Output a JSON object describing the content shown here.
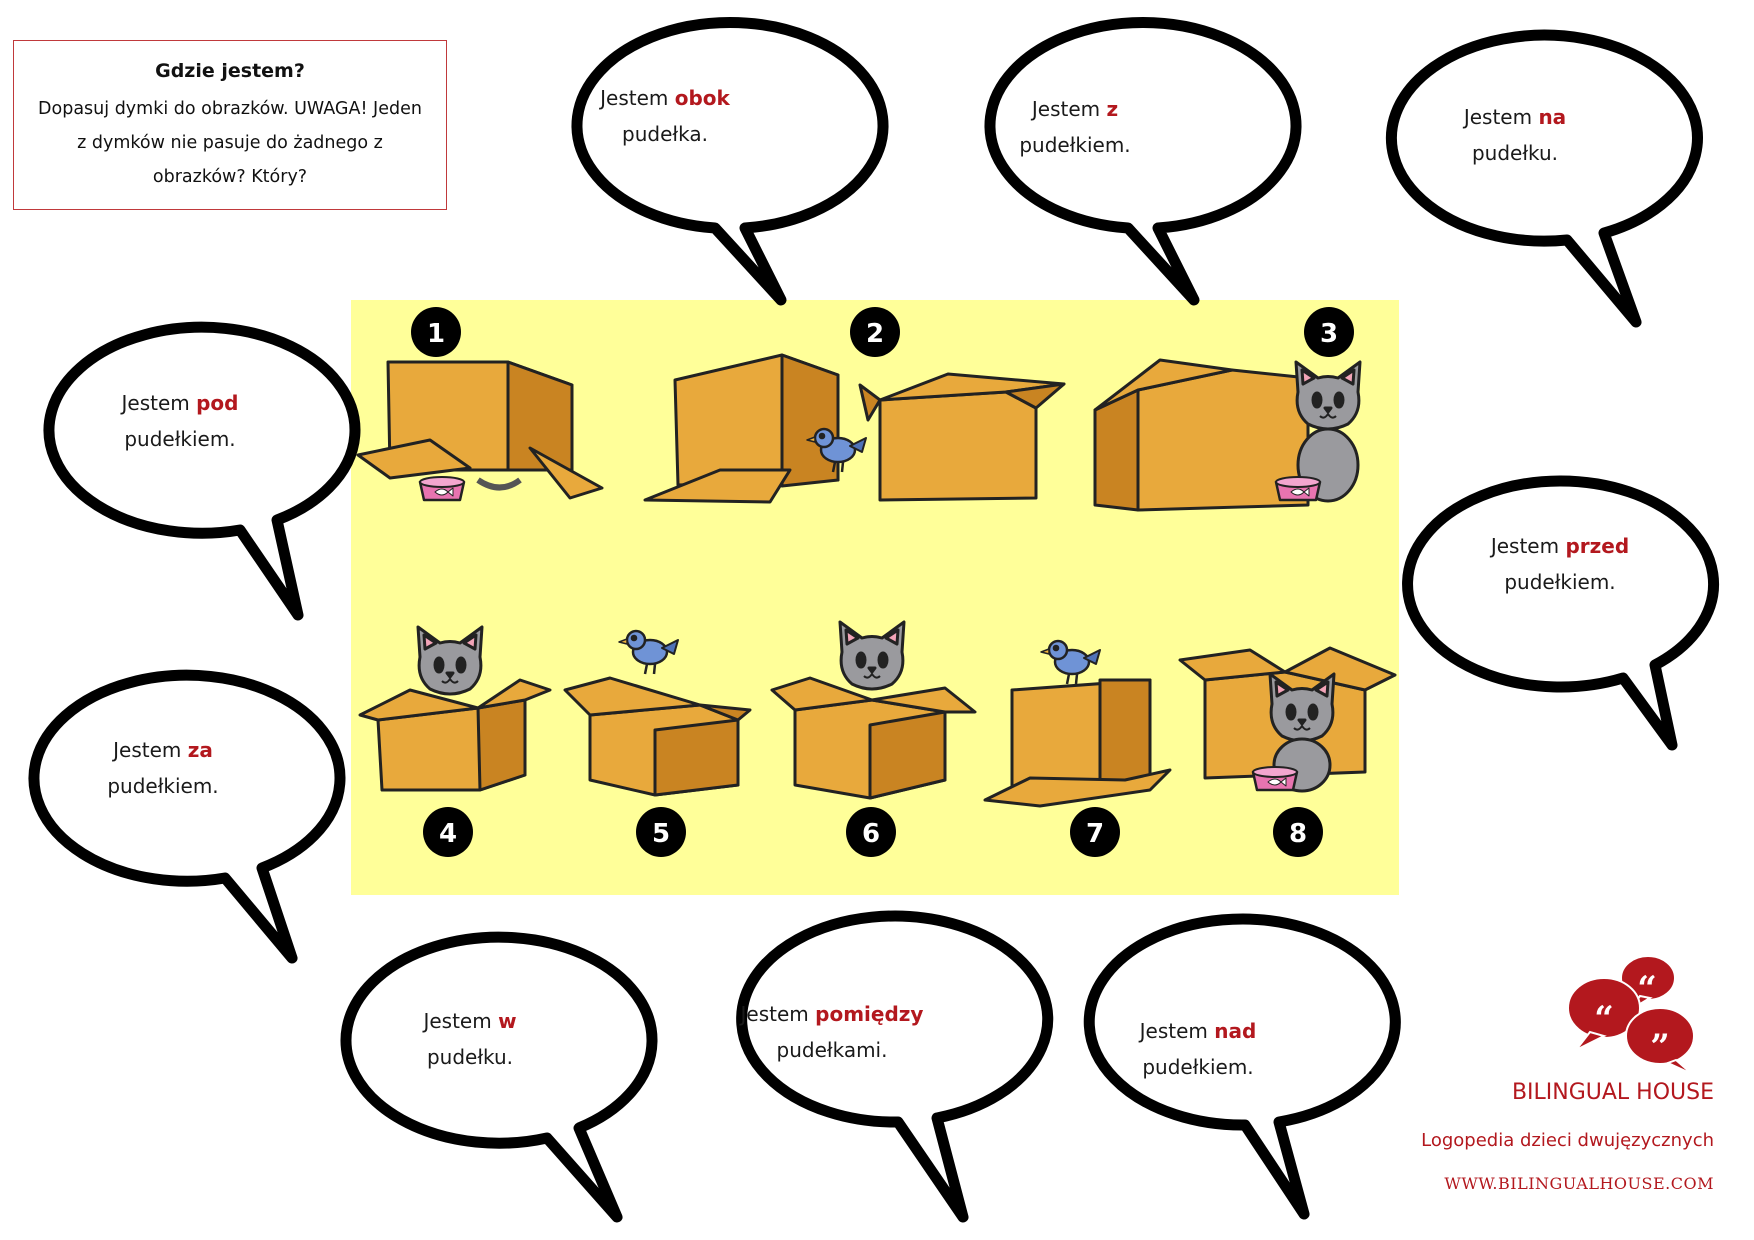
{
  "task": {
    "title": "Gdzie jestem?",
    "line1": "Dopasuj dymki do obrazków. UWAGA! Jeden",
    "line2": "z dymków nie pasuje do żadnego z",
    "line3": "obrazków? Który?"
  },
  "bubbles": [
    {
      "prefix": "Jestem ",
      "keyword": "obok",
      "second": "pudełka."
    },
    {
      "prefix": "Jestem ",
      "keyword": "z",
      "second": "pudełkiem."
    },
    {
      "prefix": "Jestem ",
      "keyword": "na",
      "second": "pudełku."
    },
    {
      "prefix": "Jestem ",
      "keyword": "pod",
      "second": "pudełkiem."
    },
    {
      "prefix": "Jestem ",
      "keyword": "przed",
      "second": "pudełkiem."
    },
    {
      "prefix": "Jestem ",
      "keyword": "za",
      "second": "pudełkiem."
    },
    {
      "prefix": "Jestem ",
      "keyword": "w",
      "second": "pudełku."
    },
    {
      "prefix": "Jestem ",
      "keyword": "pomiędzy",
      "second": "pudełkami."
    },
    {
      "prefix": "Jestem ",
      "keyword": "nad",
      "second": "pudełkiem."
    }
  ],
  "picture_numbers": [
    "1",
    "2",
    "3",
    "4",
    "5",
    "6",
    "7",
    "8"
  ],
  "brand": {
    "name": "BILINGUAL HOUSE",
    "tagline": "Logopedia dzieci dwujęzycznych",
    "url": "WWW.BILINGUALHOUSE.COM",
    "color": "#b3181e"
  },
  "colors": {
    "panel": "#ffff99",
    "box": "#e8a93c",
    "box_dark": "#c98422",
    "cat": "#9a9a9e",
    "bird": "#6f93d6",
    "bowl": "#e874b0"
  }
}
